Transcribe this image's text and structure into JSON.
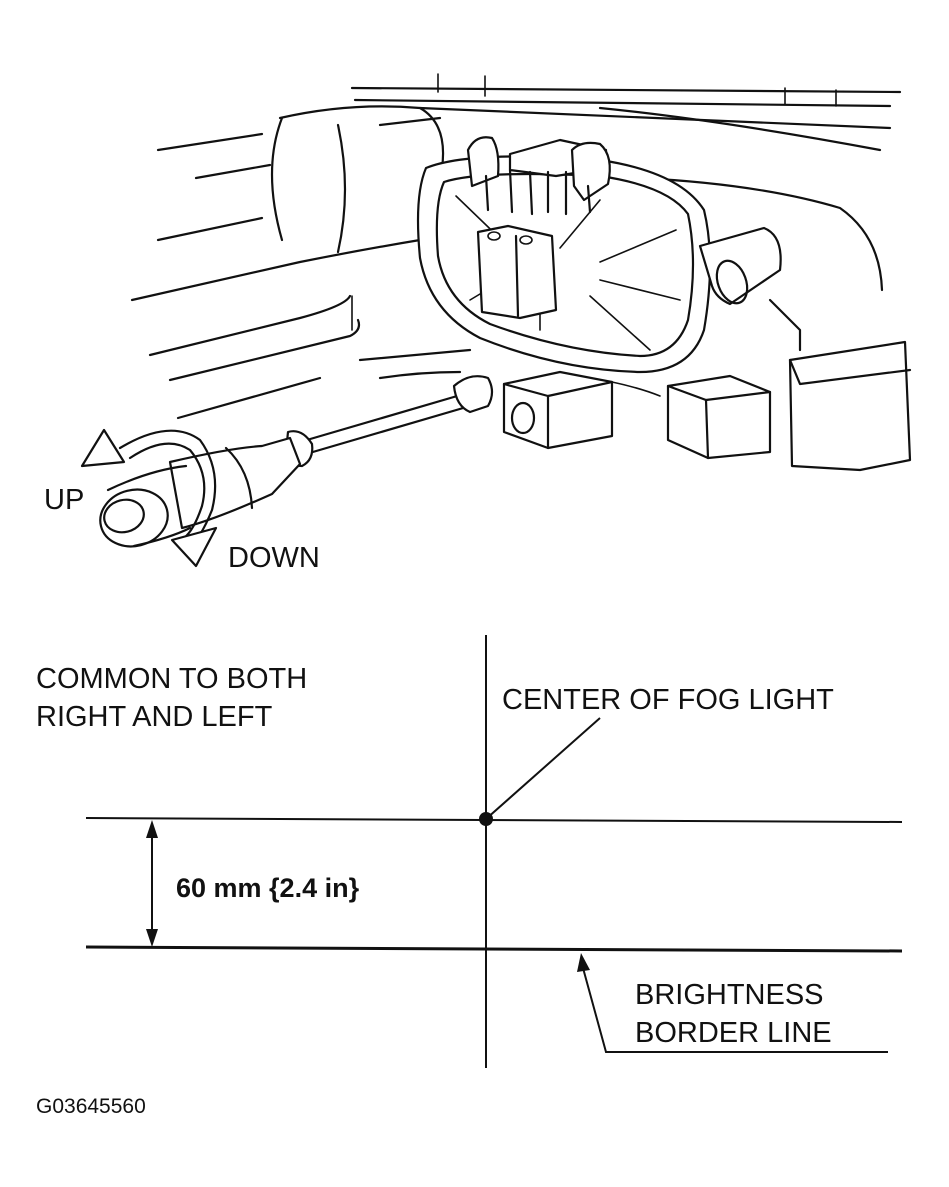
{
  "illustration": {
    "up_label": "UP",
    "down_label": "DOWN"
  },
  "aiming_chart": {
    "note_line1": "COMMON TO BOTH",
    "note_line2": "RIGHT AND LEFT",
    "center_label": "CENTER OF FOG LIGHT",
    "distance_label": "60 mm {2.4 in}",
    "border_label_line1": "BRIGHTNESS",
    "border_label_line2": "BORDER LINE"
  },
  "figure_code": "G03645560",
  "colors": {
    "ink": "#111111",
    "paper": "#ffffff"
  }
}
